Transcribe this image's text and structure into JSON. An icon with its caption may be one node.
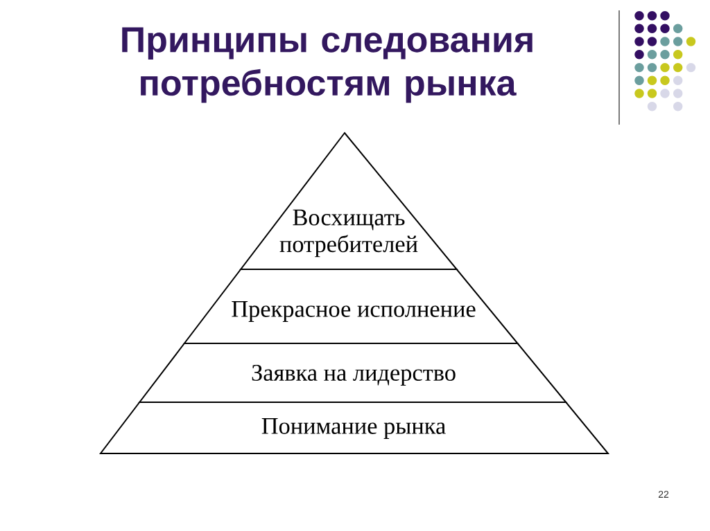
{
  "diagram": {
    "title": "Принципы следования потребностям рынка",
    "nodes": [
      {
        "text": [
          "Восхищать потребителей"
        ]
      },
      {
        "text": [
          "Прекрасное исполнение"
        ]
      },
      {
        "text": [
          "Заявка на лидерство"
        ]
      },
      {
        "text": [
          "Понимание рынка"
        ]
      }
    ],
    "labels": [
      "22"
    ]
  }
}
